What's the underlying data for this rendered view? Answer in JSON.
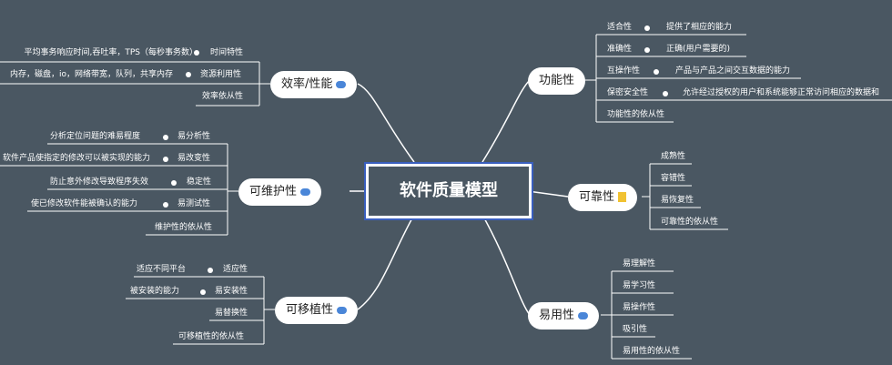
{
  "central": "软件质量模型",
  "branches": {
    "efficiency": {
      "title": "效率/性能",
      "icon": "speech-bubble-icon",
      "items": [
        {
          "label": "时间特性",
          "note": "平均事务响应时间,吞吐率，TPS（每秒事务数）"
        },
        {
          "label": "资源利用性",
          "note": "内存，磁盘，io，网络带宽，队列，共享内存"
        },
        {
          "label": "效率依从性",
          "note": ""
        }
      ]
    },
    "maintainability": {
      "title": "可维护性",
      "icon": "speech-bubble-icon",
      "items": [
        {
          "label": "易分析性",
          "note": "分析定位问题的难易程度"
        },
        {
          "label": "易改变性",
          "note": "软件产品使指定的修改可以被实现的能力"
        },
        {
          "label": "稳定性",
          "note": "防止意外修改导致程序失效"
        },
        {
          "label": "易测试性",
          "note": "使已修改软件能被确认的能力"
        },
        {
          "label": "维护性的依从性",
          "note": ""
        }
      ]
    },
    "portability": {
      "title": "可移植性",
      "icon": "speech-bubble-icon",
      "items": [
        {
          "label": "适应性",
          "note": "适应不同平台"
        },
        {
          "label": "易安装性",
          "note": "被安装的能力"
        },
        {
          "label": "易替换性",
          "note": ""
        },
        {
          "label": "可移植性的依从性",
          "note": ""
        }
      ]
    },
    "functionality": {
      "title": "功能性",
      "icon": "",
      "items": [
        {
          "label": "适合性",
          "note": "提供了相应的能力"
        },
        {
          "label": "准确性",
          "note": "正确(用户需要的)"
        },
        {
          "label": "互操作性",
          "note": "产品与产品之间交互数据的能力"
        },
        {
          "label": "保密安全性",
          "note": "允许经过授权的用户和系统能够正常访问相应的数据和"
        },
        {
          "label": "功能性的依从性",
          "note": ""
        }
      ]
    },
    "reliability": {
      "title": "可靠性",
      "icon": "note-icon",
      "items": [
        {
          "label": "成熟性"
        },
        {
          "label": "容错性"
        },
        {
          "label": "易恢复性"
        },
        {
          "label": "可靠性的依从性"
        }
      ]
    },
    "usability": {
      "title": "易用性",
      "icon": "speech-bubble-icon",
      "items": [
        {
          "label": "易理解性"
        },
        {
          "label": "易学习性"
        },
        {
          "label": "易操作性"
        },
        {
          "label": "吸引性"
        },
        {
          "label": "易用性的依从性"
        }
      ]
    }
  }
}
